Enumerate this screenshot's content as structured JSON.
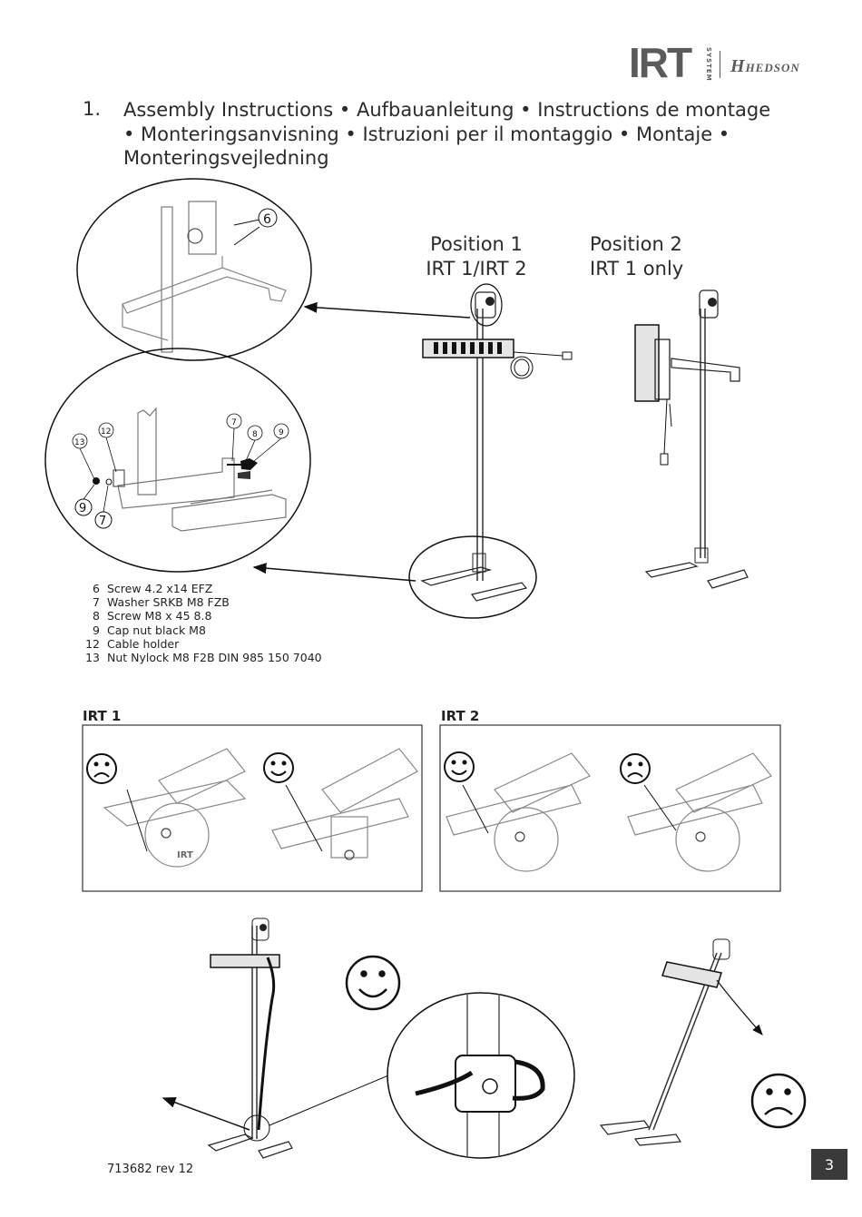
{
  "logo": {
    "brand": "IRT",
    "system": "SYSTEM",
    "partner": "HEDSON",
    "partner_mark": "H"
  },
  "title": {
    "number": "1.",
    "text": "Assembly Instructions • Aufbauanleitung • Instructions de montage • Monteringsanvisning • Istruzioni per il montaggio • Montaje • Monteringsvejledning"
  },
  "positions": {
    "pos1_line1": "Position 1",
    "pos1_line2": "IRT 1/IRT 2",
    "pos2_line1": "Position 2",
    "pos2_line2": "IRT 1 only"
  },
  "callouts": {
    "c6": "6",
    "c7a": "7",
    "c8": "8",
    "c9a": "9",
    "c12": "12",
    "c13": "13",
    "c9b": "9",
    "c7b": "7",
    "irt_mark": "IRT"
  },
  "parts": [
    {
      "no": "6",
      "desc": "Screw 4.2 x14 EFZ"
    },
    {
      "no": "7",
      "desc": "Washer SRKB M8 FZB"
    },
    {
      "no": "8",
      "desc": "Screw M8 x 45  8.8"
    },
    {
      "no": "9",
      "desc": "Cap nut black M8"
    },
    {
      "no": "12",
      "desc": "Cable holder"
    },
    {
      "no": "13",
      "desc": "Nut Nylock M8 F2B DIN 985 150 7040"
    }
  ],
  "sections": {
    "irt1": "IRT 1",
    "irt2": "IRT 2"
  },
  "footer": {
    "code": "713682 rev 12",
    "page": "3"
  }
}
